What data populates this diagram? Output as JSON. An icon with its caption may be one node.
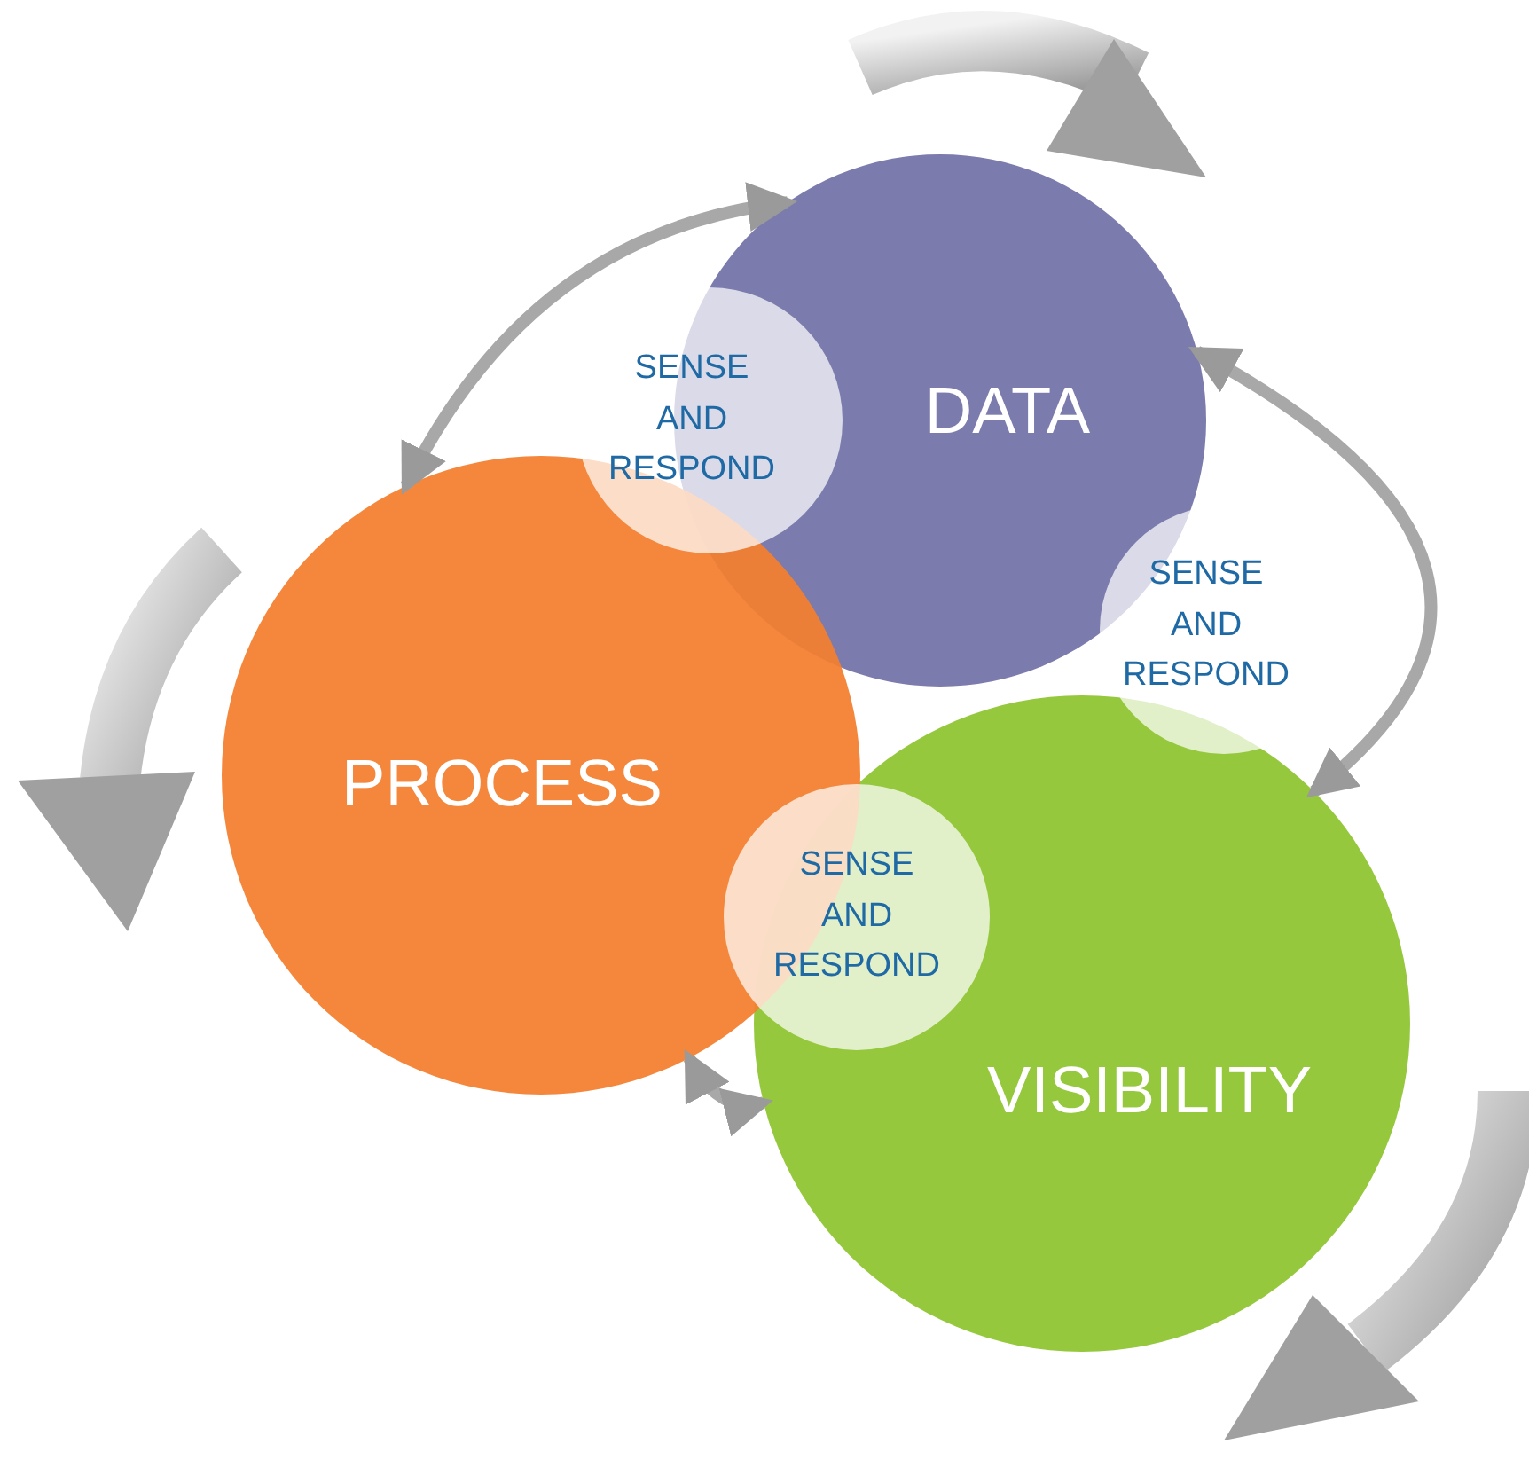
{
  "diagram": {
    "nodes": [
      {
        "text": [
          "DATA"
        ]
      },
      {
        "text": [
          "SENSE AND RESPOND"
        ]
      },
      {
        "text": [
          "SENSE AND RESPOND"
        ]
      },
      {
        "text": [
          "PROCESS"
        ]
      },
      {
        "text": [
          "SENSE AND RESPOND"
        ]
      },
      {
        "text": [
          "VISIBILITY"
        ]
      }
    ],
    "edges": [
      {
        "from": 3,
        "to": 0,
        "arrow": "both"
      },
      {
        "from": 0,
        "to": 5,
        "arrow": "both"
      },
      {
        "from": 3,
        "to": 5,
        "arrow": "both"
      }
    ]
  }
}
